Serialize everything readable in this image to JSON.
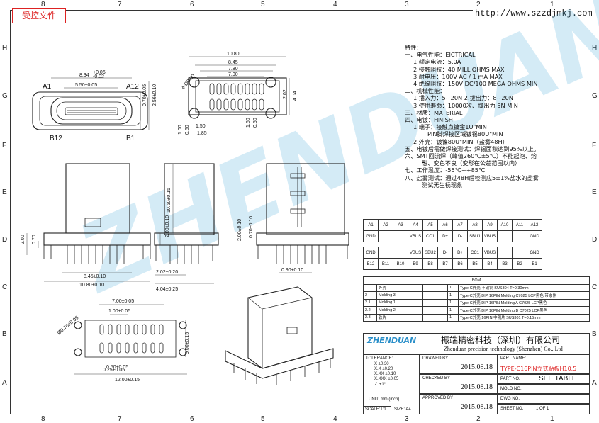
{
  "stamp": "受控文件",
  "url": "http://www.szzdjmkj.com",
  "border": {
    "top_numbers": [
      "8",
      "7",
      "6",
      "5",
      "4",
      "3",
      "2",
      "1"
    ],
    "bottom_numbers": [
      "8",
      "7",
      "6",
      "5",
      "4",
      "3",
      "2",
      "1"
    ],
    "side_letters": [
      "H",
      "G",
      "F",
      "E",
      "D",
      "C",
      "B",
      "A"
    ]
  },
  "watermark": "ZHENDUAN",
  "top_view": {
    "label_a1": "A1",
    "label_a12": "A12",
    "label_b12": "B12",
    "label_b1": "B1",
    "dim_834": "8.34",
    "tol_834_up": "+0.06",
    "tol_834_dn": "-0.02",
    "dim_550": "5.50±0.05",
    "dim_070": "0.70±0.05",
    "dim_256": "2.56±0.10"
  },
  "pcb_top_view": {
    "dim_1080": "10.80",
    "dim_845": "8.45",
    "dim_780": "7.80",
    "dim_700": "7.00",
    "dim_phi": "4-Ø0.80",
    "dim_202": "2.02",
    "dim_404": "4.04",
    "dim_100": "1.00",
    "dim_060": "0.60",
    "dim_150": "1.50",
    "dim_185": "1.85",
    "dim_160": "1.60",
    "dim_050": "0.50"
  },
  "front_view": {
    "dim_200": "2.00",
    "dim_070": "0.70",
    "dim_845w": "8.45±0.10",
    "dim_1080w": "10.80±0.10"
  },
  "side_view": {
    "dim_1050": "10.50±0.15",
    "dim_200": "2.00±0.10",
    "dim_202": "2.02±0.20",
    "dim_404": "4.04±0.25"
  },
  "back_view": {
    "dim_200": "2.00±0.10",
    "dim_070": "0.70±0.10",
    "dim_090": "0.90±0.10"
  },
  "layout_view": {
    "dim_700": "7.00±0.05",
    "dim_100": "1.00±0.05",
    "dim_050": "0.50±0.05",
    "dim_phi": "Ø0.70±0.05",
    "dim_500": "5.00±0.15",
    "dim_025": "0.25±0.05",
    "dim_1200": "12.00±0.15"
  },
  "spec": {
    "title": "特性：",
    "lines": [
      "一、电气性能：EICTRICAL",
      "1.额定电流：5.0A",
      "2.接触阻抗：40 MILLIOHMS MAX",
      "3.耐电压：100V AC / 1 mA MAX",
      "4.绝缘阻抗：150V DC/100 MEGA OHMS MIN",
      "二、机械性能：",
      "1.插入力：5~20N  2.拔出力：8~20N",
      "3.使用寿命：10000次、拔出力 5N MIN",
      "三、材质：MATERIAL",
      "四、电镀：FINISH",
      "1.端子：接触点镀金1U\"MIN",
      "PIN脚焊接区域镀锡80U\"MIN",
      "2.外壳：镀镍80U\"MIN（盐雾48H）",
      "五、电镀后需做焊接测试：焊锡面积达到95%以上。",
      "六、SMT回流焊（峰值260℃±5℃）不能起泡、熔",
      "融、变色不良（变形在公差范围以内）",
      "七、工作温度：-55℃~+85℃",
      "八、盐雾测试：通过48H后检测应5±1%盐水的盐雾",
      "测试无生锈现象"
    ]
  },
  "pin_table": {
    "row1": [
      "A1",
      "A2",
      "A3",
      "A4",
      "A5",
      "A6",
      "A7",
      "A8",
      "A9",
      "A10",
      "A11",
      "A12"
    ],
    "row2": [
      "GND",
      "",
      "",
      "VBUS",
      "CC1",
      "D+",
      "D-",
      "SBU1",
      "VBUS",
      "",
      "",
      "GND"
    ],
    "row3": [
      "GND",
      "",
      "",
      "VBUS",
      "SBU2",
      "D-",
      "D+",
      "CC1",
      "VBUS",
      "",
      "",
      "GND"
    ],
    "row4": [
      "B12",
      "B11",
      "B10",
      "B9",
      "B8",
      "B7",
      "B6",
      "B5",
      "B4",
      "B3",
      "B2",
      "B1"
    ]
  },
  "bom": {
    "title": "BOM",
    "rows": [
      [
        "1",
        "外壳",
        "",
        "1",
        "Type-C外壳 不锈钢 SUS304 T=0.30mm"
      ],
      [
        "2",
        "Molding 3",
        "",
        "1",
        "Type-C外壳 DIP 16PIN Molding C7025 LCP黑色 带嵌件"
      ],
      [
        "2.1",
        "Molding 1",
        "",
        "1",
        "Type-C外壳 DIP 16PIN Molding A C7025 LCP黑色"
      ],
      [
        "2.2",
        "Molding 2",
        "",
        "1",
        "Type-C外壳 DIP 16PIN Molding B C7025 LCP黑色"
      ],
      [
        "2.3",
        "铁片",
        "",
        "1",
        "Type-C外壳 16PIN 中隔片 SUS301 T=0.15mm"
      ]
    ]
  },
  "title_block": {
    "logo": "ZHENDUAN",
    "company_cn": "振端精密科技（深圳）有限公司",
    "company_en": "Zhenduan precision technology (Shenzhen) Co., Ltd",
    "tolerance_label": "TOLERANCE:",
    "tolerances": [
      "X  ±0.30",
      "X.X  ±0.20",
      "X.XX  ±0.10",
      "X.XXX  ±0.05",
      "∠  ±1°"
    ],
    "unit_label": "UNIT: mm (inch)",
    "drawn_by": "DRAWED BY",
    "checked_by": "CHECKED BY",
    "approved_by": "APPROVED BY",
    "date1": "2015.08.18",
    "date2": "2015.08.18",
    "date3": "2015.08.18",
    "part_name_label": "PART NAME:",
    "part_name": "TYPE-C16PIN立式贴板H10.5",
    "part_no_label": "PART NO.",
    "part_no": "SEE TABLE",
    "mold_no_label": "MOLD NO.",
    "dwg_no_label": "DWG NO.",
    "sheet_label": "SHEET NO.",
    "sheet": "1 OF 1",
    "scale_label": "SCALE:1:1",
    "size_label": "SIZE: A4"
  }
}
